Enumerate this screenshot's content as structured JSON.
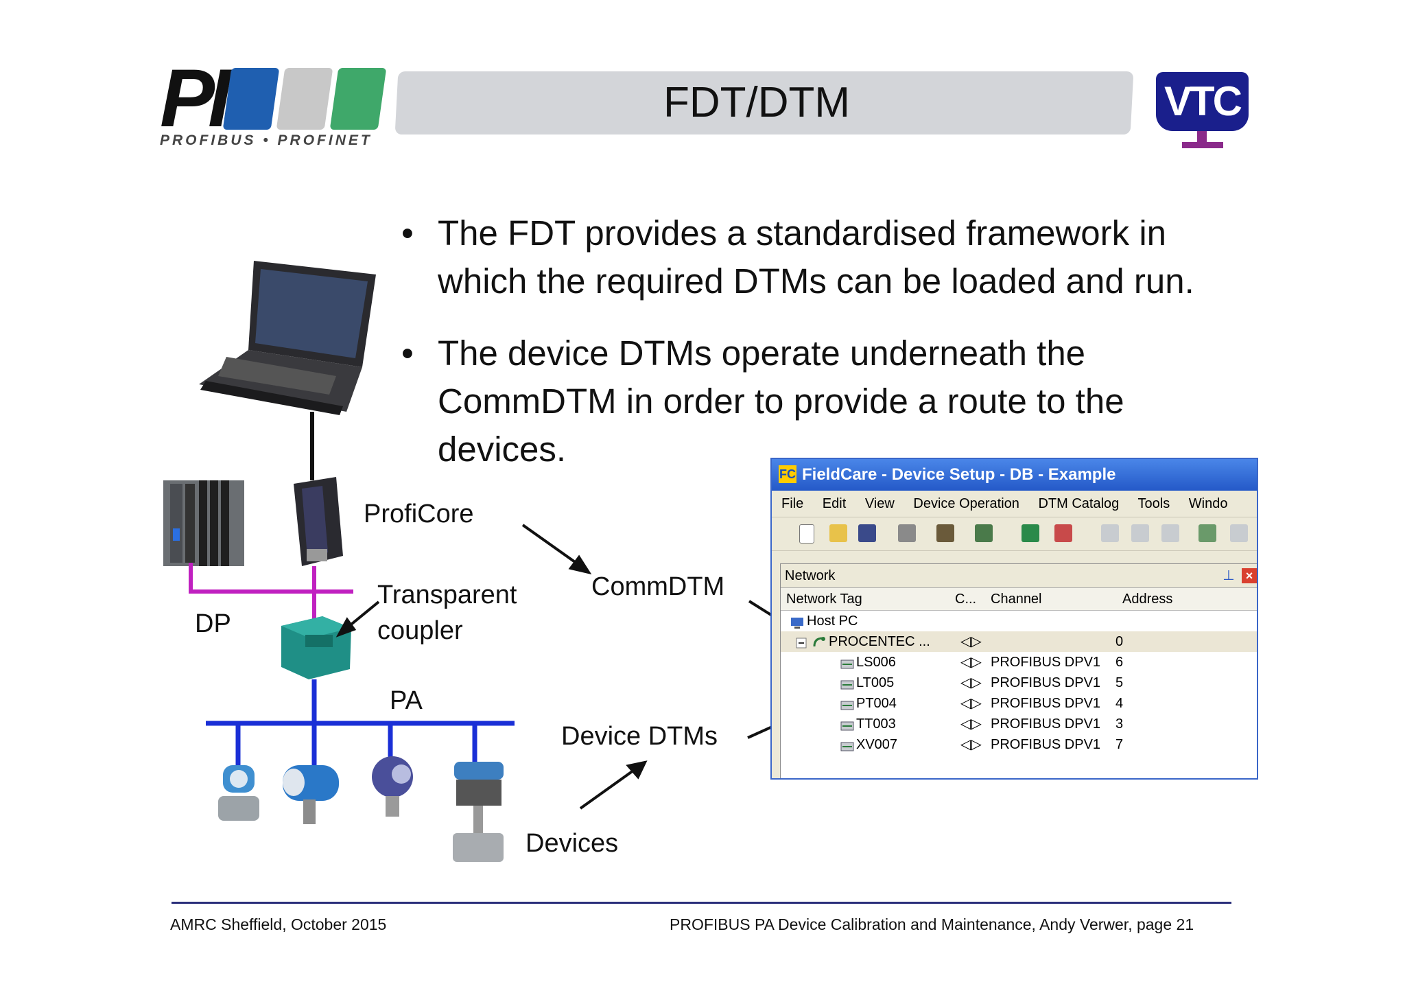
{
  "header": {
    "logo_main": "PI",
    "logo_sub": "PROFIBUS • PROFINET",
    "title": "FDT/DTM",
    "logo_right": "VTC"
  },
  "bullets": [
    "The FDT provides a standardised framework in which the required DTMs can be loaded and run.",
    "The device DTMs operate underneath the CommDTM in order to provide a route to the devices."
  ],
  "diagram": {
    "proficore": "ProfiCore",
    "transparent": "Transparent",
    "coupler": "coupler",
    "dp": "DP",
    "pa": "PA",
    "commdtm": "CommDTM",
    "device_dtms": "Device DTMs",
    "devices": "Devices"
  },
  "fieldcare": {
    "title": "FieldCare - Device Setup - DB - Example",
    "menu": [
      "File",
      "Edit",
      "View",
      "Device Operation",
      "DTM Catalog",
      "Tools",
      "Windo"
    ],
    "panel_title": "Network",
    "columns": [
      "Network Tag",
      "C...",
      "Channel",
      "Address"
    ],
    "rows": [
      {
        "tag": "Host PC",
        "channel": "",
        "address": ""
      },
      {
        "tag": "PROCENTEC ...",
        "channel": "",
        "address": "0"
      },
      {
        "tag": "LS006",
        "channel": "PROFIBUS DPV1",
        "address": "6"
      },
      {
        "tag": "LT005",
        "channel": "PROFIBUS DPV1",
        "address": "5"
      },
      {
        "tag": "PT004",
        "channel": "PROFIBUS DPV1",
        "address": "4"
      },
      {
        "tag": "TT003",
        "channel": "PROFIBUS DPV1",
        "address": "3"
      },
      {
        "tag": "XV007",
        "channel": "PROFIBUS DPV1",
        "address": "7"
      }
    ]
  },
  "footer": {
    "left": "AMRC Sheffield, October 2015",
    "right": "PROFIBUS PA Device Calibration and Maintenance, Andy Verwer,   page  21"
  },
  "colors": {
    "dp_bus": "#c020c0",
    "pa_bus": "#1a2fd6",
    "title_bar": "#d3d5d9",
    "vtc": "#1a1f8c",
    "pi_blue": "#1f5fb0",
    "pi_grey": "#c8c8c8",
    "pi_green": "#3fa86a"
  }
}
